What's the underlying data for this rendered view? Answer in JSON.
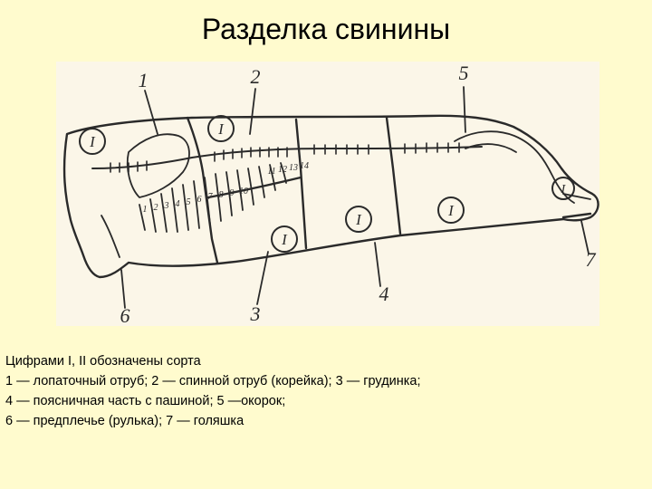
{
  "slide": {
    "title": "Разделка свинины"
  },
  "diagram": {
    "callouts": [
      "1",
      "2",
      "3",
      "4",
      "5",
      "6",
      "7"
    ],
    "grade_marks": [
      "I",
      "I",
      "I",
      "I",
      "I",
      "I"
    ],
    "rib_numbers": [
      "1",
      "2",
      "3",
      "4",
      "5",
      "6",
      "7",
      "8",
      "9",
      "10",
      "11",
      "12",
      "13",
      "14"
    ],
    "line_color": "#2a2a2a",
    "background_color": "#fbf6e8"
  },
  "caption": {
    "lines": [
      "Цифрами I, II обозначены сорта",
      "1 — лопаточный отруб;  2 — спинной отруб (корейка); 3 — грудинка;",
      "4 — поясничная часть с пашиной; 5 —окорок;",
      "6 — предплечье (рулька); 7 — голяшка"
    ]
  }
}
